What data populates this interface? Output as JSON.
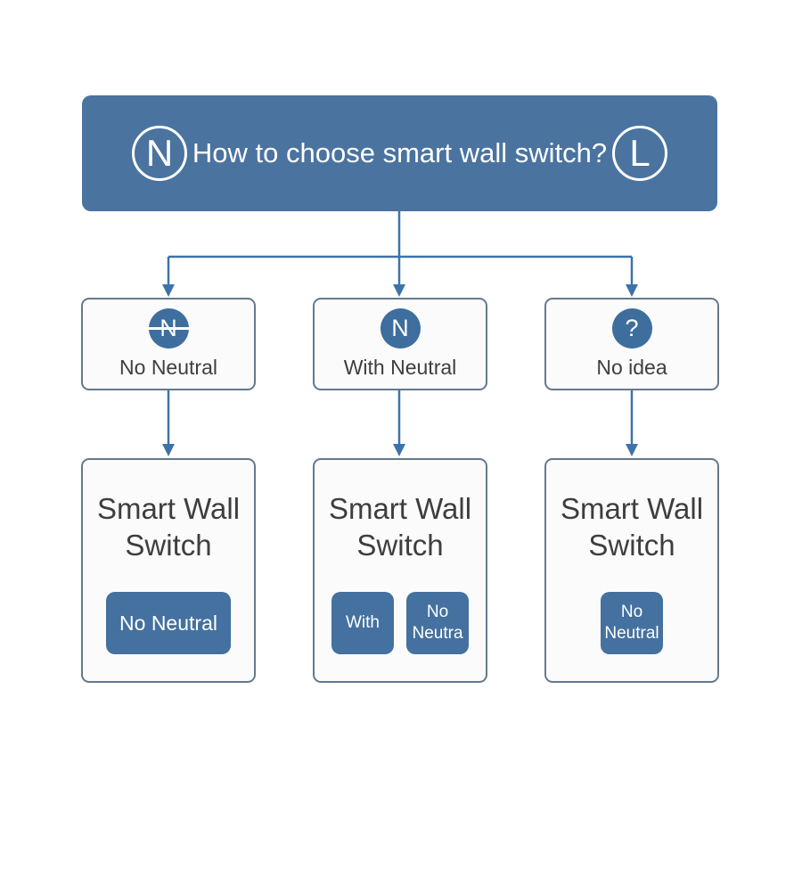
{
  "colors": {
    "header_bg": "#4a73a0",
    "icon_circle": "#3d6e9e",
    "button_bg": "#44719f",
    "connector": "#3d73a9",
    "box_border": "#64798c",
    "box_bg": "#fbfbfc",
    "text_dark": "#3e3e3e",
    "white": "#ffffff"
  },
  "header": {
    "title": "How to choose smart wall switch?",
    "left_badge": "N",
    "right_badge": "L"
  },
  "options": [
    {
      "icon": "N",
      "icon_style": "strikethrough",
      "label": "No Neutral"
    },
    {
      "icon": "N",
      "icon_style": "plain",
      "label": "With Neutral"
    },
    {
      "icon": "?",
      "icon_style": "plain",
      "label": "No idea"
    }
  ],
  "results": [
    {
      "title": "Smart Wall Switch",
      "buttons": [
        "No Neutral"
      ]
    },
    {
      "title": "Smart Wall Switch",
      "buttons": [
        "With",
        "No Neutra"
      ]
    },
    {
      "title": "Smart Wall Switch",
      "buttons": [
        "No Neutral"
      ]
    }
  ]
}
